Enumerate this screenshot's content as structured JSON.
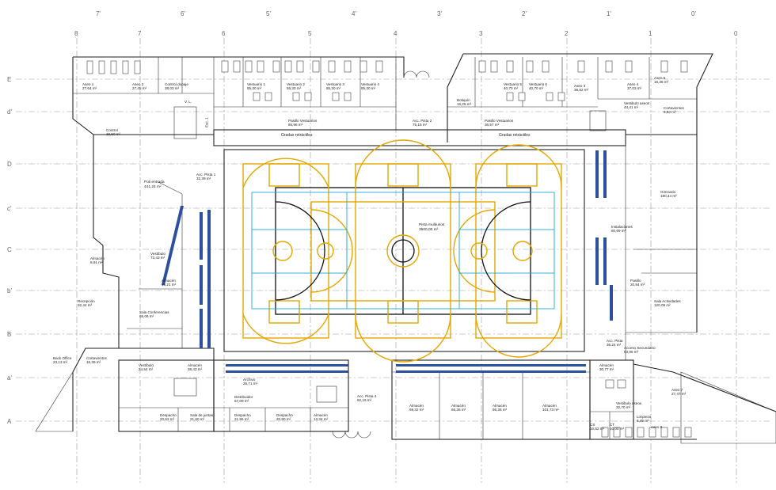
{
  "grid": {
    "top_labels": [
      "7'",
      "6'",
      "5'",
      "4'",
      "3'",
      "2'",
      "1'",
      "0'"
    ],
    "top_labels2": [
      "8",
      "7",
      "6",
      "5",
      "4",
      "3",
      "2",
      "1",
      "0"
    ],
    "side_labels": [
      "E",
      "d'",
      "D",
      "c'",
      "C",
      "b'",
      "B",
      "a'",
      "A"
    ]
  },
  "rooms": [
    {
      "name": "Aseo 2",
      "area": "27,45 m²"
    },
    {
      "name": "Aseo 1",
      "area": "27,64 m²"
    },
    {
      "name": "Control dopaje",
      "area": "38,03 m²"
    },
    {
      "name": "Vestuario 1",
      "area": "55,30 m²"
    },
    {
      "name": "Vestuario 2",
      "area": "55,30 m²"
    },
    {
      "name": "Vestuario 3",
      "area": "55,30 m²"
    },
    {
      "name": "Vestuario 4",
      "area": "55,30 m²"
    },
    {
      "name": "Vestuario 5",
      "area": "40,70 m²"
    },
    {
      "name": "Vestuario 6",
      "area": "40,70 m²"
    },
    {
      "name": "Aseo 3",
      "area": "38,82 m²"
    },
    {
      "name": "Aseo 4",
      "area": "37,03 m²"
    },
    {
      "name": "Aseo 5",
      "area": "16,38 m²"
    },
    {
      "name": "Pasillo Vestuarios",
      "area": "65,96 m²"
    },
    {
      "name": "Pasillo Vestuarios",
      "area": "36,57 m²"
    },
    {
      "name": "Acc. Pista 2",
      "area": "75,15 m²"
    },
    {
      "name": "Botiquín",
      "area": "16,25 m²"
    },
    {
      "name": "Vestibulo aseos",
      "area": "44,41 m²"
    },
    {
      "name": "Cortavientos",
      "area": "6,83 m²"
    },
    {
      "name": "Control",
      "area": "19,50 m²"
    },
    {
      "name": "Poli entrada",
      "area": "441,24 m²"
    },
    {
      "name": "Acc. Pista 1",
      "area": "32,39 m²"
    },
    {
      "name": "Pista multiusos",
      "area": "3600,00 m²"
    },
    {
      "name": "Gimnasio",
      "area": "180,44 m²"
    },
    {
      "name": "Instalaciones",
      "area": "60,69 m²"
    },
    {
      "name": "Pasillo",
      "area": "20,84 m²"
    },
    {
      "name": "Sala Actividades",
      "area": "120,09 m²"
    },
    {
      "name": "Vestíbulo",
      "area": "73,43 m²"
    },
    {
      "name": "Almacén",
      "area": "15,21 m²"
    },
    {
      "name": "Almacén",
      "area": "8,91 m²"
    },
    {
      "name": "Sala Conferencias",
      "area": "65,06 m²"
    },
    {
      "name": "Recepción",
      "area": "32,44 m²"
    },
    {
      "name": "Back Office",
      "area": "23,13 m²"
    },
    {
      "name": "Cortavientos",
      "area": "15,39 m²"
    },
    {
      "name": "Vestíbulo",
      "area": "24,54 m²"
    },
    {
      "name": "Almacén",
      "area": "38,43 m²"
    },
    {
      "name": "Archivo",
      "area": "26,71 m²"
    },
    {
      "name": "Distribuidor",
      "area": "57,09 m²"
    },
    {
      "name": "Despacho",
      "area": "20,52 m²"
    },
    {
      "name": "Sala de juntas",
      "area": "21,60 m²"
    },
    {
      "name": "Despacho",
      "area": "21,96 m²"
    },
    {
      "name": "Despacho",
      "area": "20,80 m²"
    },
    {
      "name": "Almacén",
      "area": "13,34 m²"
    },
    {
      "name": "Acc. Pista 4",
      "area": "92,19 m²"
    },
    {
      "name": "Almacén",
      "area": "69,32 m²"
    },
    {
      "name": "Almacén",
      "area": "66,36 m²"
    },
    {
      "name": "Almacén",
      "area": "66,36 m²"
    },
    {
      "name": "Almacén",
      "area": "101,73 m²"
    },
    {
      "name": "Almacén",
      "area": "30,77 m²"
    },
    {
      "name": "Acc. Pista",
      "area": "36,24 m²"
    },
    {
      "name": "Acceso Secundario",
      "area": "53,95 m²"
    },
    {
      "name": "Vestibulo aseos",
      "area": "32,70 m²"
    },
    {
      "name": "Aseo 7",
      "area": "27,47 m²"
    },
    {
      "name": "Limpieza",
      "area": "6,45 m²"
    },
    {
      "name": "Aseo 8",
      "area": ""
    },
    {
      "name": "CS",
      "area": "10,52 m²"
    },
    {
      "name": "CT",
      "area": "10,00 m²"
    }
  ],
  "small_labels": {
    "gradas_left": "Gradas retráctiles",
    "gradas_right": "Gradas retráctiles",
    "vl": "V. L.",
    "esc": "Esc. 1"
  },
  "colors": {
    "lines_basket": "#e3a700",
    "lines_futsal": "#25a8d4",
    "seats": "#2c4f9e"
  }
}
